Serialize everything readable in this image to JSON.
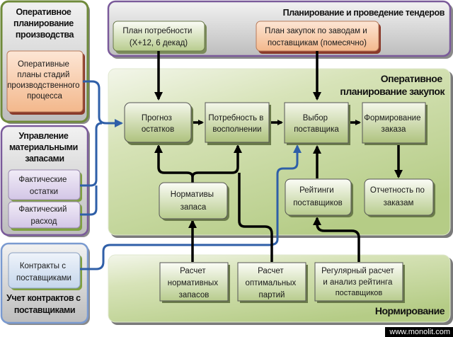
{
  "panels": {
    "op_production": {
      "title": [
        "Оперативное",
        "планирование",
        "производства"
      ],
      "box": [
        "Оперативные",
        "планы стадий",
        "производственного",
        "процесса"
      ]
    },
    "inventory": {
      "title": [
        "Управление",
        "материальными",
        "запасами"
      ],
      "box_actual_stock": [
        "Фактические",
        "остатки"
      ],
      "box_actual_usage": [
        "Фактический",
        "расход"
      ]
    },
    "contracts": {
      "title": [
        "Учет контрактов с",
        "поставщиками"
      ],
      "box": [
        "Контракты с",
        "поставщиками"
      ]
    },
    "tenders": {
      "title": "Планирование и проведение тендеров",
      "box_demand_plan": [
        "План потребности",
        "(X+12, 6 декад)"
      ],
      "box_purchase_plan": [
        "План закупок по заводам и",
        "поставщикам (помесячно)"
      ]
    },
    "op_purchasing": {
      "title": [
        "Оперативное",
        "планирование закупок"
      ],
      "box_forecast": [
        "Прогноз",
        "остатков"
      ],
      "box_need": [
        "Потребность в",
        "восполнении"
      ],
      "box_supplier_choice": [
        "Выбор",
        "поставщика"
      ],
      "box_order_forming": [
        "Формирование",
        "заказа"
      ],
      "box_norms": [
        "Нормативы",
        "запаса"
      ],
      "box_ratings": [
        "Рейтинги",
        "поставщиков"
      ],
      "box_order_report": [
        "Отчетность по",
        "заказам"
      ]
    },
    "normalization": {
      "title": "Нормирование",
      "box_norm_calc": [
        "Расчет",
        "нормативных",
        "запасов"
      ],
      "box_lot_calc": [
        "Расчет",
        "оптимальных",
        "партий"
      ],
      "box_rating_calc": [
        "Регулярный расчет",
        "и анализ рейтинга",
        "поставщиков"
      ]
    }
  },
  "watermark": "www.monolit.com",
  "colors": {
    "flow_black": "#000000",
    "flow_blue": "#2f5fa8",
    "panel_green": "#b9cf8c",
    "panel_gray": "#c8c8c8",
    "border_green": "#6f8a3a",
    "border_purple": "#7a5a9a",
    "border_blue": "#7a9ad0",
    "box_orange": "#f7c9a4",
    "box_lilac": "#ddd3ec",
    "box_lightblue": "#d6e4f2"
  }
}
